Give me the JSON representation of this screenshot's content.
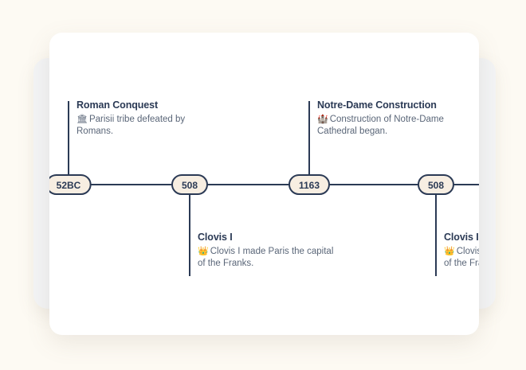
{
  "background_color": "#fdfaf3",
  "card": {
    "background_color": "#ffffff",
    "back_layer_color": "#f3f4f5"
  },
  "timeline": {
    "axis_color": "#2b3a55",
    "pill_fill": "#f7eee2",
    "pill_border": "#2b3a55",
    "title_color": "#2b3a55",
    "description_color": "#5a6678",
    "events": [
      {
        "date": "52BC",
        "position": "above",
        "title": "Roman Conquest",
        "emoji": "🏛",
        "emoji_name": "classical-building-icon",
        "description": "Parisii tribe defeated by Romans."
      },
      {
        "date": "508",
        "position": "below",
        "title": "Clovis I",
        "emoji": "👑",
        "emoji_name": "crown-icon",
        "description": "Clovis I made Paris the capital of the Franks."
      },
      {
        "date": "1163",
        "position": "above",
        "title": "Notre-Dame Construction",
        "emoji": "🏰",
        "emoji_name": "castle-icon",
        "description": "Construction of Notre-Dame Cathedral began."
      },
      {
        "date": "508",
        "position": "below",
        "title": "Clovis I",
        "emoji": "👑",
        "emoji_name": "crown-icon",
        "description": "Clovis I made Paris the capital of the Franks."
      }
    ]
  }
}
